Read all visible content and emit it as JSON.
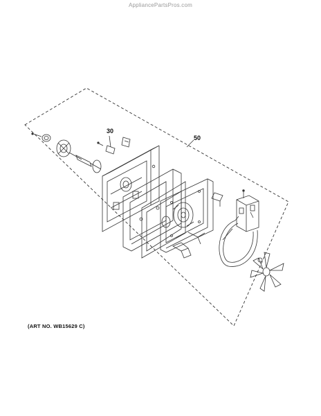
{
  "watermark": "AppliancePartsPros.com",
  "callouts": {
    "part_30": "30",
    "part_50": "50"
  },
  "art_number": "(ART NO. WB15629 C)"
}
